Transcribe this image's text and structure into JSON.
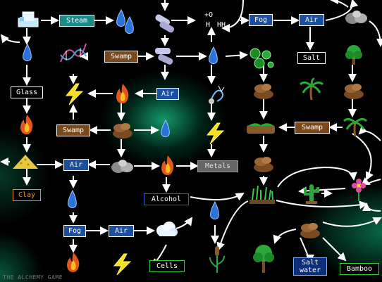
{
  "game": {
    "watermark": "THE ALCHEMY GAME"
  },
  "labels": {
    "steam": "Steam",
    "swamp_top": "Swamp",
    "glass": "Glass",
    "air_mid": "Air",
    "swamp_left": "Swamp",
    "air_left": "Air",
    "clay": "Clay",
    "metals": "Metals",
    "alcohol": "Alcohol",
    "fog_left": "Fog",
    "air_bottom": "Air",
    "cells": "Cells",
    "fog_top": "Fog",
    "air_top": "Air",
    "salt": "Salt",
    "swamp_right": "Swamp",
    "salt_water": "Salt water",
    "bamboo": "Bamboo"
  },
  "icons": {
    "ice": "ice-icon",
    "water": "water-drop-icon",
    "dna": "dna-icon",
    "lightning": "lightning-icon",
    "fire": "fire-icon",
    "stone": "stone-icon",
    "sand": "sand-icon",
    "pills": "pills-icon",
    "h2o": "h2o-molecule-icon",
    "life": "life-icon",
    "algae": "algae-icon",
    "earth": "earth-icon",
    "tree": "tree-icon",
    "palm": "palm-tree-icon",
    "grass": "grass-icon",
    "cactus": "cactus-icon",
    "flower": "flower-icon",
    "reed": "reed-icon",
    "cloud": "cloud-icon",
    "moss": "moss-icon"
  },
  "colors": {
    "background": "#000000",
    "glow": "#1aa070",
    "connector": "#ffffff"
  }
}
